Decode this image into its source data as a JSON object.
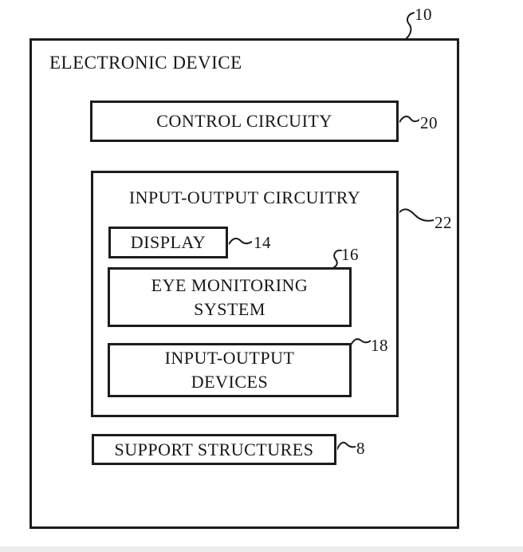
{
  "figure": {
    "device": {
      "label": "ELECTRONIC DEVICE",
      "ref": "10"
    },
    "control": {
      "label": "CONTROL CIRCUITY",
      "ref": "20"
    },
    "io_circuitry": {
      "label": "INPUT-OUTPUT CIRCUITRY",
      "ref": "22"
    },
    "display": {
      "label": "DISPLAY",
      "ref": "14"
    },
    "eye_monitoring": {
      "label": "EYE MONITORING\nSYSTEM",
      "ref": "16"
    },
    "io_devices": {
      "label": "INPUT-OUTPUT\nDEVICES",
      "ref": "18"
    },
    "support": {
      "label": "SUPPORT STRUCTURES",
      "ref": "8"
    }
  }
}
